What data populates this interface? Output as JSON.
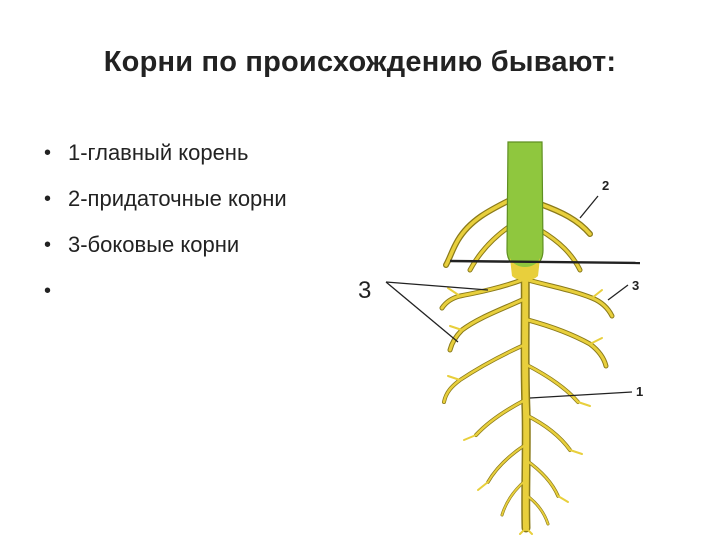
{
  "slide": {
    "title": "Корни по происхождению бывают:",
    "bullets": [
      "1-главный корень",
      "2-придаточные корни",
      "3-боковые корни",
      ""
    ],
    "bullet_symbol": "•"
  },
  "diagram": {
    "labels": {
      "main_root": "1",
      "adventitious_roots": "2",
      "lateral_roots_right": "3",
      "lateral_roots_left": "3"
    },
    "colors": {
      "stem": "#8fc73e",
      "root": "#e8cf3c",
      "root_outline": "#8a7a1a",
      "soil_line": "#222222",
      "pointer_line": "#222222"
    }
  }
}
